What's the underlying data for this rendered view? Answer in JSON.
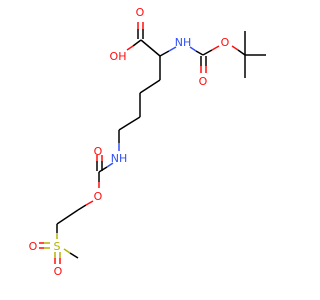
{
  "molecule": {
    "atom_labels": {
      "carboxyl_o_top": "O",
      "carboxyl_oh": "OH",
      "alpha_nh": "NH",
      "boc_ester_o": "O",
      "boc_carbonyl_o": "O",
      "eps_nh": "NH",
      "carbamate_o_dbl": "O",
      "carbamate_ester_o": "O",
      "sulfonyl_s": "S",
      "sulfonyl_o_left": "O",
      "sulfonyl_o_bottom": "O"
    }
  },
  "colors": {
    "carbon": "#000000",
    "oxygen": "#ff0d0d",
    "nitrogen": "#3050f8",
    "sulfur": "#b3b300"
  }
}
